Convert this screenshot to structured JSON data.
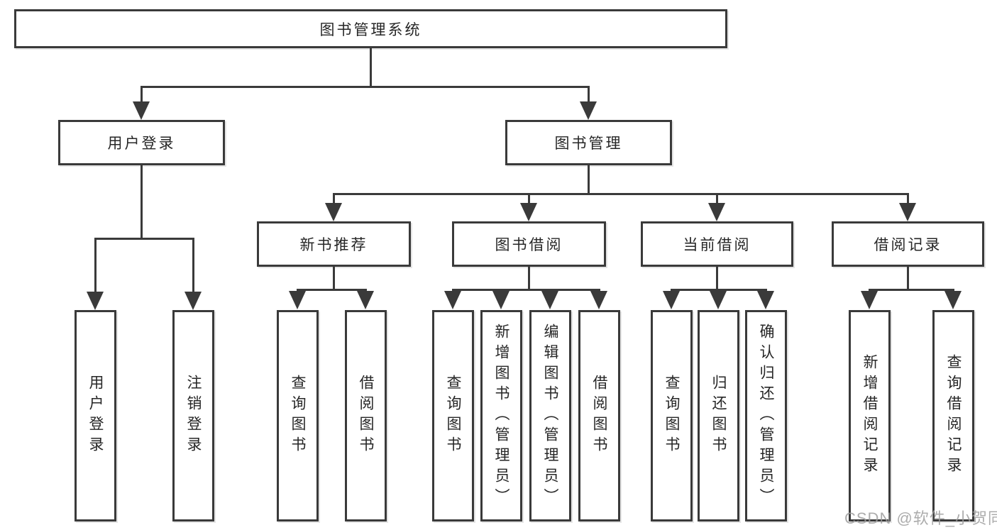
{
  "diagram": {
    "title": "图书管理系统",
    "root": {
      "label": "图书管理系统"
    },
    "level1": [
      {
        "label": "用户登录"
      },
      {
        "label": "图书管理"
      }
    ],
    "level2": [
      {
        "label": "新书推荐"
      },
      {
        "label": "图书借阅"
      },
      {
        "label": "当前借阅"
      },
      {
        "label": "借阅记录"
      }
    ],
    "leaves": {
      "login": [
        {
          "label": "用户登录"
        },
        {
          "label": "注销登录"
        }
      ],
      "recommend": [
        {
          "label": "查询图书"
        },
        {
          "label": "借阅图书"
        }
      ],
      "borrow": [
        {
          "label": "查询图书"
        },
        {
          "label": "新增图书（管理员）"
        },
        {
          "label": "编辑图书（管理员）"
        },
        {
          "label": "借阅图书"
        }
      ],
      "current": [
        {
          "label": "查询图书"
        },
        {
          "label": "归还图书"
        },
        {
          "label": "确认归还（管理员）"
        }
      ],
      "records": [
        {
          "label": "新增借阅记录"
        },
        {
          "label": "查询借阅记录"
        }
      ]
    }
  },
  "watermark": {
    "text": "CSDN @软件_小贺同学"
  },
  "colors": {
    "line": "#3a3a3a",
    "text": "#262626",
    "watermark": "#9e9e9e",
    "background": "#ffffff"
  }
}
